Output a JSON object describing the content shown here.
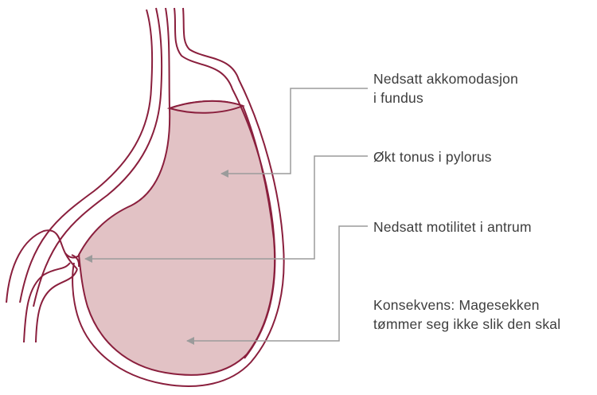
{
  "colors": {
    "outline": "#8a1f3d",
    "fill": "#e2c2c5",
    "leader": "#9b9b9b",
    "text": "#3d3d3d"
  },
  "labels": {
    "fundus": {
      "line1": "Nedsatt akkomodasjon",
      "line2": "i fundus"
    },
    "pylorus": {
      "line1": "Økt tonus i pylorus"
    },
    "antrum": {
      "line1": "Nedsatt motilitet i antrum"
    },
    "consequence": {
      "line1": "Konsekvens: Magesekken",
      "line2": "tømmer seg ikke slik den skal"
    }
  }
}
